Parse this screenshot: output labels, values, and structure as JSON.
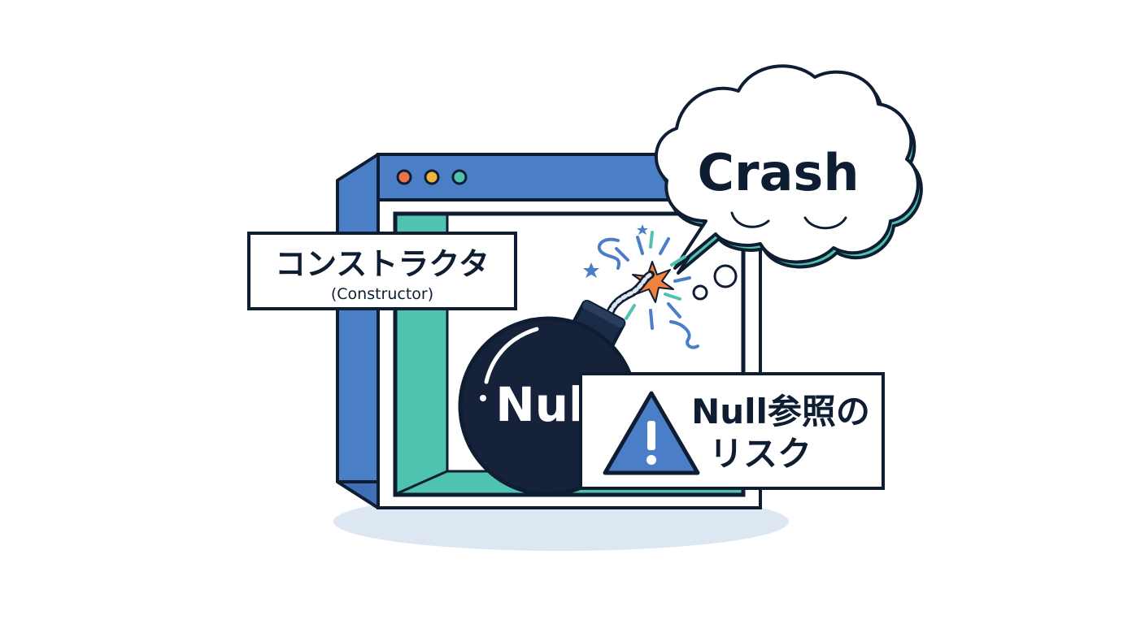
{
  "window": {
    "dot_colors": [
      "#e8734a",
      "#f0b43e",
      "#4fc3b0"
    ]
  },
  "constructor_label": {
    "title": "コンストラクタ",
    "subtitle": "(Constructor)"
  },
  "bomb": {
    "label": "Null"
  },
  "speech_bubble": {
    "text": "Crash"
  },
  "warning_label": {
    "line1": "Null参照の",
    "line2": "リスク"
  },
  "colors": {
    "frame_blue": "#4a7fc8",
    "teal": "#4fc3b0",
    "navy": "#0f1d33",
    "spark_orange": "#f0823c",
    "shadow": "#dde7f2"
  },
  "icons": [
    "warning-icon",
    "bomb-icon",
    "spark-icon",
    "star-icon"
  ]
}
